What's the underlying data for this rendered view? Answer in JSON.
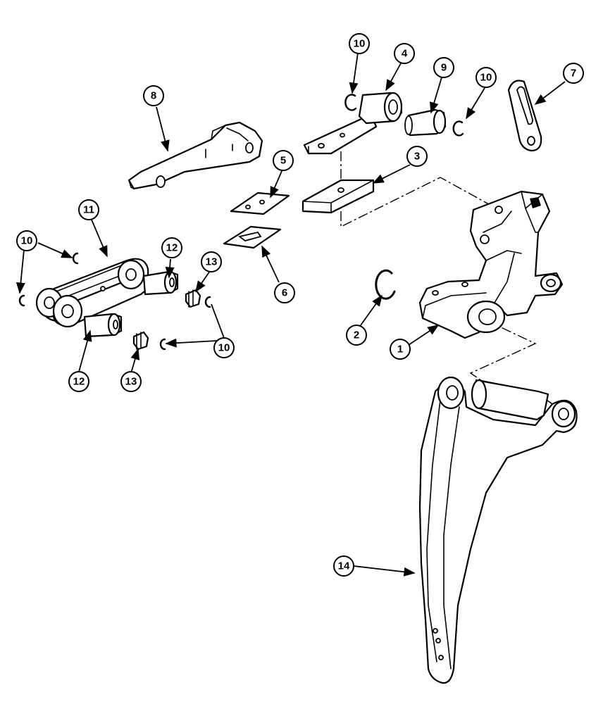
{
  "callouts": [
    {
      "id": "c1",
      "label": "1"
    },
    {
      "id": "c2",
      "label": "2"
    },
    {
      "id": "c3",
      "label": "3"
    },
    {
      "id": "c4",
      "label": "4"
    },
    {
      "id": "c5",
      "label": "5"
    },
    {
      "id": "c6",
      "label": "6"
    },
    {
      "id": "c7",
      "label": "7"
    },
    {
      "id": "c8",
      "label": "8"
    },
    {
      "id": "c9",
      "label": "9"
    },
    {
      "id": "c10a",
      "label": "10"
    },
    {
      "id": "c10b",
      "label": "10"
    },
    {
      "id": "c10c",
      "label": "10"
    },
    {
      "id": "c10d",
      "label": "10"
    },
    {
      "id": "c11",
      "label": "11"
    },
    {
      "id": "c12a",
      "label": "12"
    },
    {
      "id": "c12b",
      "label": "12"
    },
    {
      "id": "c13a",
      "label": "13"
    },
    {
      "id": "c13b",
      "label": "13"
    },
    {
      "id": "c14",
      "label": "14"
    }
  ]
}
